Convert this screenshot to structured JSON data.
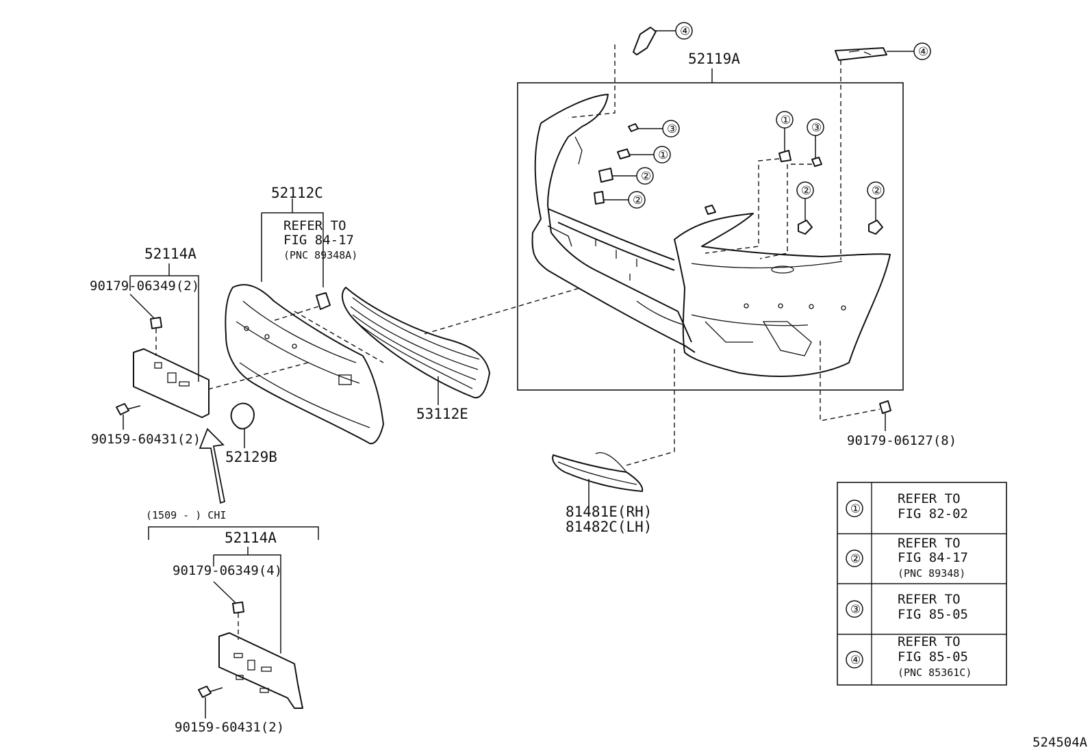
{
  "diagram_id": "524504A",
  "parts": {
    "bumper_cover": "52119A",
    "grille_mount": "52112C",
    "grille_note_l1": "REFER TO",
    "grille_note_l2": "FIG 84-17",
    "grille_note_l3": "(PNC 89348A)",
    "lower_grille": "53112E",
    "plate_bracket": "52114A",
    "plate_clip": "90179-06349(2)",
    "plate_screw": "90159-60431(2)",
    "cap": "52129B",
    "cover_nut": "90179-06127(8)",
    "fog_trim_rh": "81481E(RH)",
    "fog_trim_lh": "81482C(LH)",
    "chi_range": "(1509 -     ) CHI",
    "chi_bracket": "52114A",
    "chi_clip": "90179-06349(4)",
    "chi_screw": "90159-60431(2)"
  },
  "callouts": [
    "①",
    "②",
    "③",
    "④"
  ],
  "legend": [
    {
      "key": "①",
      "l1": "REFER TO",
      "l2": "FIG 82-02",
      "l3": ""
    },
    {
      "key": "②",
      "l1": "REFER TO",
      "l2": "FIG 84-17",
      "l3": "(PNC 89348)"
    },
    {
      "key": "③",
      "l1": "REFER TO",
      "l2": "FIG 85-05",
      "l3": ""
    },
    {
      "key": "④",
      "l1": "REFER TO",
      "l2": "FIG 85-05",
      "l3": "(PNC 85361C)"
    }
  ]
}
